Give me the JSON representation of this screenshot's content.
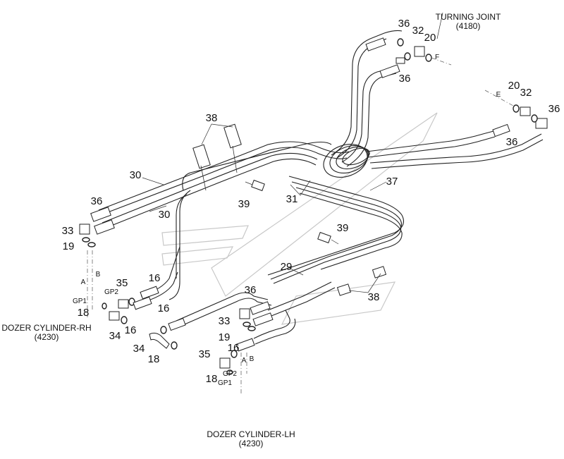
{
  "captions": {
    "turning_joint": {
      "title": "TURNING JOINT",
      "code": "(4180)"
    },
    "dozer_rh": {
      "title": "DOZER CYLINDER-RH",
      "code": "(4230)"
    },
    "dozer_lh": {
      "title": "DOZER CYLINDER-LH",
      "code": "(4230)"
    }
  },
  "part_labels": [
    {
      "id": "tj-36-top",
      "text": "36"
    },
    {
      "id": "tj-32",
      "text": "32"
    },
    {
      "id": "tj-20",
      "text": "20"
    },
    {
      "id": "tj-36-bottom",
      "text": "36"
    },
    {
      "id": "r-20",
      "text": "20"
    },
    {
      "id": "r-32",
      "text": "32"
    },
    {
      "id": "r-36-right",
      "text": "36"
    },
    {
      "id": "r-36-lower",
      "text": "36"
    },
    {
      "id": "bracket-38-top",
      "text": "38"
    },
    {
      "id": "tube-30-upper",
      "text": "30"
    },
    {
      "id": "tube-30-lower",
      "text": "30"
    },
    {
      "id": "rh-36",
      "text": "36"
    },
    {
      "id": "rh-33",
      "text": "33"
    },
    {
      "id": "rh-19",
      "text": "19"
    },
    {
      "id": "bolt-39-left",
      "text": "39"
    },
    {
      "id": "tube-31",
      "text": "31"
    },
    {
      "id": "tube-37",
      "text": "37"
    },
    {
      "id": "bolt-39-right",
      "text": "39"
    },
    {
      "id": "tube-29",
      "text": "29"
    },
    {
      "id": "bracket-38-bottom",
      "text": "38"
    },
    {
      "id": "rh-35",
      "text": "35"
    },
    {
      "id": "rh-16-a",
      "text": "16"
    },
    {
      "id": "rh-18",
      "text": "18"
    },
    {
      "id": "rh-16-b",
      "text": "16"
    },
    {
      "id": "rh-34",
      "text": "34"
    },
    {
      "id": "mid-16",
      "text": "16"
    },
    {
      "id": "mid-34",
      "text": "34"
    },
    {
      "id": "mid-18",
      "text": "18"
    },
    {
      "id": "lh-36",
      "text": "36"
    },
    {
      "id": "lh-33",
      "text": "33"
    },
    {
      "id": "lh-19",
      "text": "19"
    },
    {
      "id": "lh-16",
      "text": "16"
    },
    {
      "id": "lh-35",
      "text": "35"
    },
    {
      "id": "lh-18",
      "text": "18"
    }
  ],
  "port_labels": [
    {
      "id": "port-f",
      "text": "F"
    },
    {
      "id": "port-e",
      "text": "E"
    },
    {
      "id": "rh-port-a",
      "text": "A"
    },
    {
      "id": "rh-port-b",
      "text": "B"
    },
    {
      "id": "rh-gp1",
      "text": "GP1"
    },
    {
      "id": "rh-gp2",
      "text": "GP2"
    },
    {
      "id": "lh-port-a",
      "text": "A"
    },
    {
      "id": "lh-port-b",
      "text": "B"
    },
    {
      "id": "lh-gp2",
      "text": "GP2"
    },
    {
      "id": "lh-gp1",
      "text": "GP1"
    }
  ]
}
